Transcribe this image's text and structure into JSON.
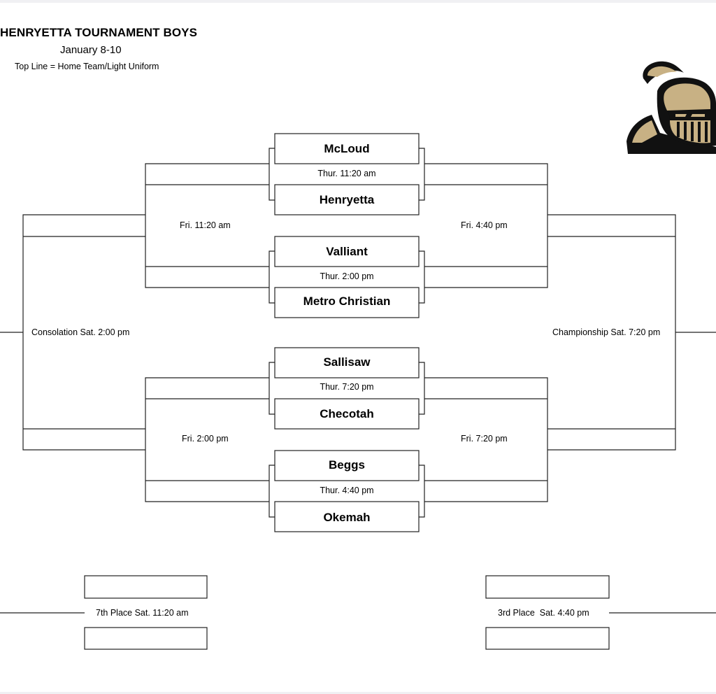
{
  "header": {
    "title": "HENRYETTA TOURNAMENT BOYS",
    "dates": "January 8-10",
    "note": "Top Line = Home Team/Light Uniform"
  },
  "teams": [
    "McLoud",
    "Henryetta",
    "Valliant",
    "Metro Christian",
    "Sallisaw",
    "Checotah",
    "Beggs",
    "Okemah"
  ],
  "first_round": [
    "Thur. 11:20 am",
    "Thur. 2:00 pm",
    "Thur. 7:20 pm",
    "Thur. 4:40 pm"
  ],
  "consolation_round": [
    "Fri. 11:20 am",
    "Fri. 2:00 pm"
  ],
  "semifinals": [
    "Fri. 4:40 pm",
    "Fri. 7:20 pm"
  ],
  "finals": {
    "consolation": "Consolation Sat. 2:00 pm",
    "championship": "Championship Sat. 7:20 pm",
    "seventh_place": "7th Place Sat. 11:20 am",
    "third_place": "3rd Place  Sat. 4:40 pm"
  },
  "logo": {
    "icon": "knight-helmet-icon",
    "colors": {
      "gold": "#c8b184",
      "dark": "#111111"
    }
  }
}
